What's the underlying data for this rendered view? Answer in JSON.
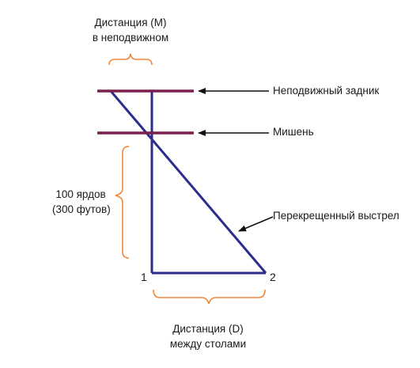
{
  "labels": {
    "distance_m_line1": "Дистанция (M)",
    "distance_m_line2": "в неподвижном",
    "backstop": "Неподвижный задник",
    "target": "Мишень",
    "range_line1": "100 ярдов",
    "range_line2": "(300 футов)",
    "crossed_shot": "Перекрещенный выстрел",
    "point_1": "1",
    "point_2": "2",
    "distance_d_line1": "Дистанция (D)",
    "distance_d_line2": "между столами"
  },
  "colors": {
    "triangle": "#2b2d8c",
    "bars": "#7a1f4e",
    "braces": "#f0873a",
    "arrows": "#111111"
  }
}
